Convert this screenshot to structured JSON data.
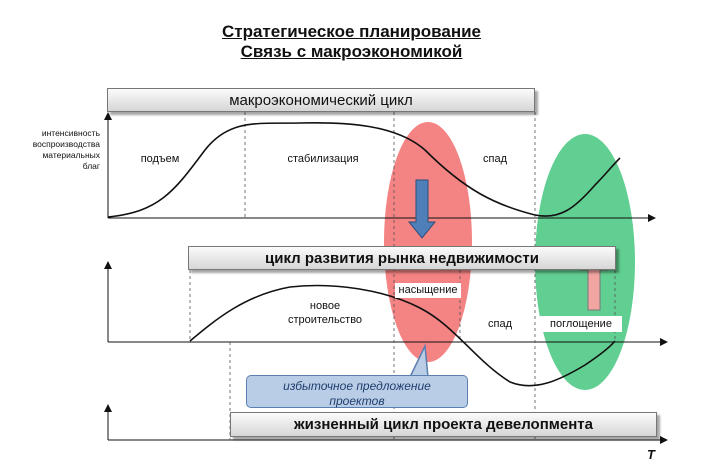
{
  "title": {
    "line1": "Стратегическое планирование",
    "line2": "Связь с макроэкономикой"
  },
  "bars": {
    "macro": "макроэкономический  цикл",
    "realestate": "цикл развития рынка недвижимости",
    "project": "жизненный  цикл проекта девелопмента"
  },
  "y_axis_label": [
    "интенсивность",
    "воспроизводства",
    "материальных",
    "благ"
  ],
  "macro_phases": {
    "rise": "подъем",
    "stabilization": "стабилизация",
    "decline": "спад"
  },
  "market_phases": {
    "saturation": "насыщение",
    "new_construction": [
      "новое",
      "строительство"
    ],
    "decline": "спад",
    "absorption": "поглощение"
  },
  "callout": [
    "избыточное предложение",
    "проектов"
  ],
  "x_axis_label": "T",
  "colors": {
    "red_zone": "#f26d6d",
    "green_zone": "#45c77e",
    "down_arrow": "#4f7fb8",
    "up_arrow": "#f2a4a0"
  }
}
